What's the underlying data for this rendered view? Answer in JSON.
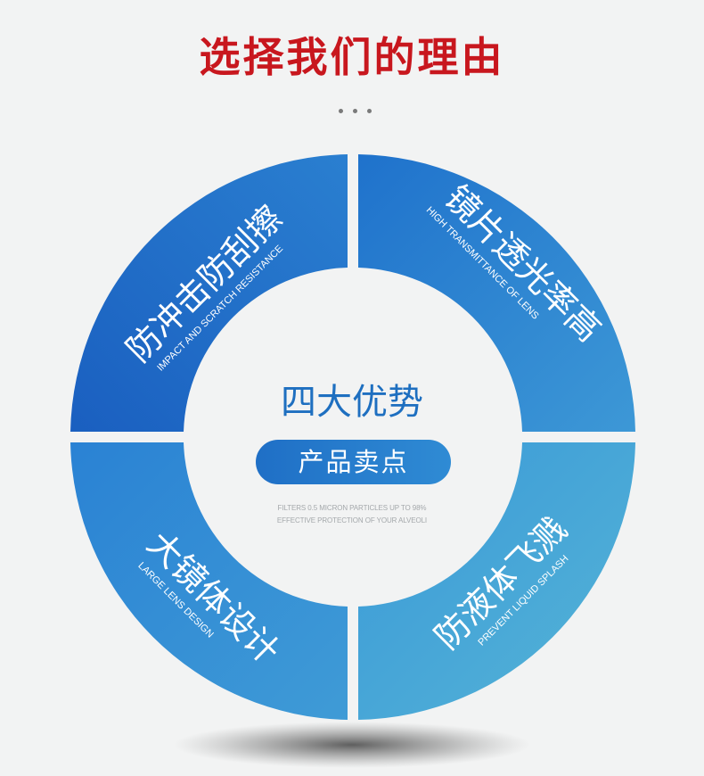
{
  "header": {
    "title": "选择我们的理由"
  },
  "center": {
    "title": "四大优势",
    "pill": "产品卖点",
    "note_line1": "FILTERS 0.5 MICRON PARTICLES UP TO 98%",
    "note_line2": "EFFECTIVE PROTECTION OF YOUR ALVEOLI"
  },
  "features": {
    "top_left": {
      "title": "防冲击防刮擦",
      "subtitle": "IMPACT AND SCRATCH RESISTANCE"
    },
    "top_right": {
      "title": "镜片透光率高",
      "subtitle": "HIGH TRANSMITTANCE OF LENS"
    },
    "bottom_left": {
      "title": "大镜体设计",
      "subtitle": "LARGE LENS DESIGN"
    },
    "bottom_right": {
      "title": "防液体飞溅",
      "subtitle": "PREVENT LIQUID SPLASH"
    }
  },
  "colors": {
    "title_red": "#c8171e",
    "blue_dark": "#1c6ec8",
    "blue_light": "#48a7d3",
    "background": "#f2f3f3"
  }
}
